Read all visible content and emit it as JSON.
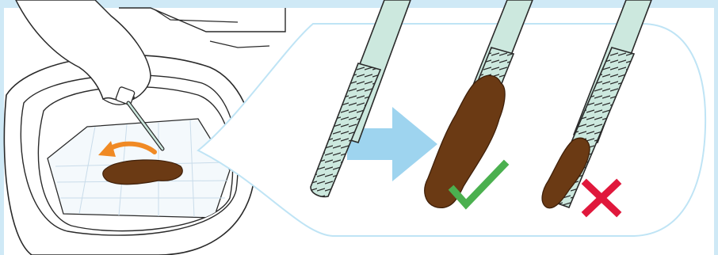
{
  "illustration": {
    "colors": {
      "frame": "#cfe9f6",
      "background": "#ffffff",
      "outline": "#2a2a2a",
      "stick_shaft": "#cce8de",
      "sample": "#6b3a14",
      "sample_dark": "#3f200a",
      "hint_arrow": "#f08a24",
      "flow_arrow": "#9ed4ef",
      "zoom_bubble_border": "#bfe4f5",
      "correct_mark": "#4bb04f",
      "wrong_mark": "#e0183c"
    },
    "icons": {
      "correct": "check-mark-icon",
      "wrong": "cross-mark-icon",
      "direction": "curved-arrow-icon"
    },
    "sticks": [
      {
        "id": "clean",
        "sample": "none",
        "result": "reference"
      },
      {
        "id": "adequate",
        "sample": "large",
        "result": "correct"
      },
      {
        "id": "insufficient",
        "sample": "small",
        "result": "wrong"
      }
    ]
  }
}
